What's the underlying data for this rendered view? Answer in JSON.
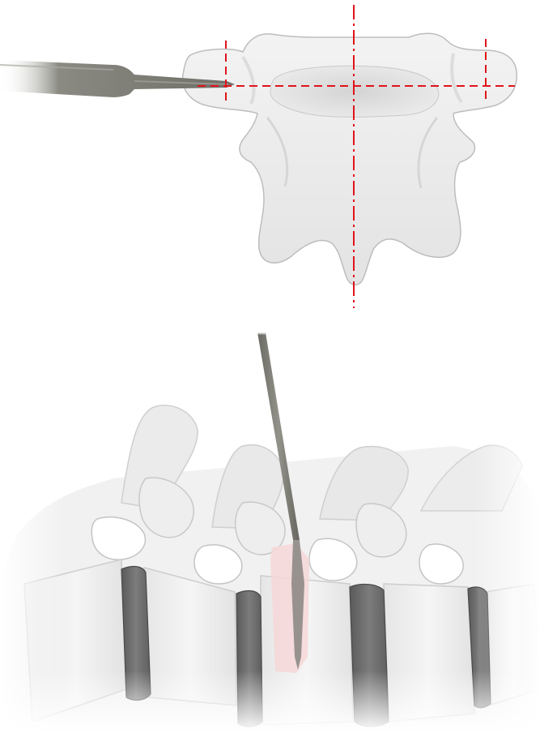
{
  "figure": {
    "panels": [
      {
        "view": "axial",
        "subject": "vertebra-top-view",
        "instrument": "needle",
        "guide_lines": "red-dash-dot"
      },
      {
        "view": "lateral-oblique",
        "subject": "lumbar-spine-segment",
        "instrument": "needle",
        "highlight": "pink-target-zone"
      }
    ]
  },
  "colors": {
    "bone": "#efefef",
    "bone_shadow": "#cfcfcf",
    "disc": "#6e6e6e",
    "guide_line": "#e0141c",
    "needle": "#7a7a72",
    "highlight": "#f6d7d7"
  },
  "icons": [
    "vertebra-axial-icon",
    "needle-icon",
    "spine-segment-icon"
  ]
}
